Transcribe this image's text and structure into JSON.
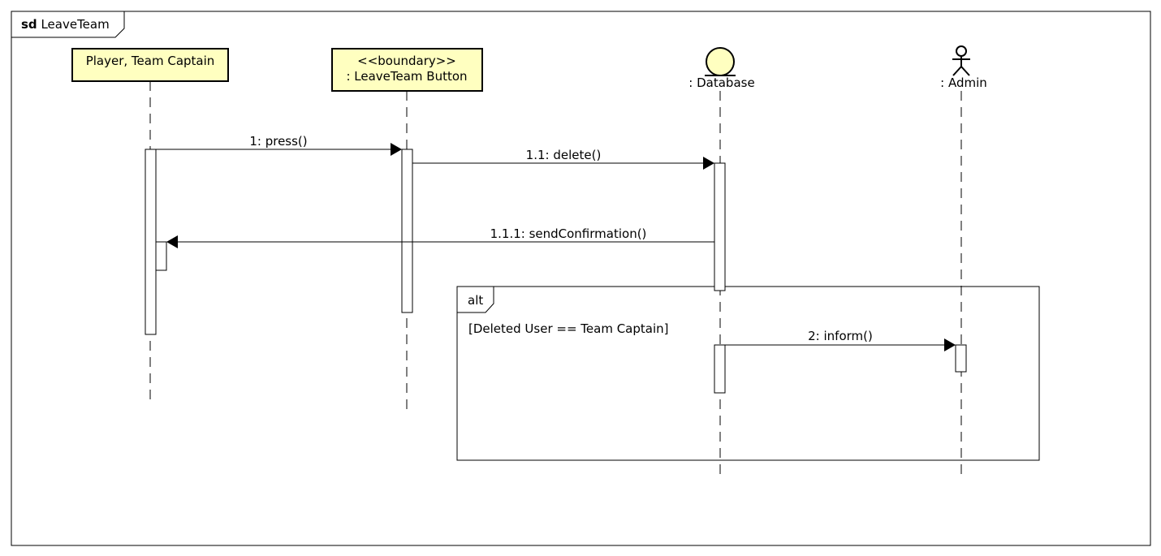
{
  "frame": {
    "keyword": "sd",
    "name": "LeaveTeam"
  },
  "lifelines": [
    {
      "id": "player",
      "label": "Player, Team Captain",
      "kind": "class-box"
    },
    {
      "id": "button",
      "stereotype": "<<boundary>>",
      "label": ": LeaveTeam Button",
      "kind": "class-box"
    },
    {
      "id": "database",
      "label": ": Database",
      "kind": "entity-icon"
    },
    {
      "id": "admin",
      "label": ": Admin",
      "kind": "actor-icon"
    }
  ],
  "messages": [
    {
      "label": "1: press()",
      "from": "player",
      "to": "button"
    },
    {
      "label": "1.1: delete()",
      "from": "button",
      "to": "database"
    },
    {
      "label": "1.1.1: sendConfirmation()",
      "from": "database",
      "to": "player"
    },
    {
      "label": "2: inform()",
      "from": "database",
      "to": "admin"
    }
  ],
  "fragment": {
    "operator": "alt",
    "guard": "[Deleted User == Team Captain]"
  },
  "colors": {
    "lifeline_box_fill": "#ffffc0",
    "line": "#000000",
    "background": "#ffffff"
  }
}
